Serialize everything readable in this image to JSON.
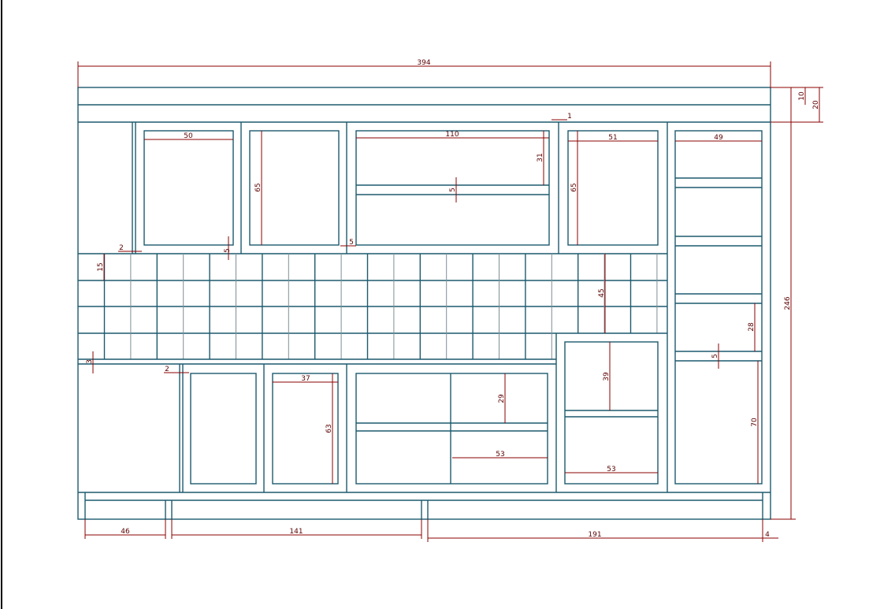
{
  "colors": {
    "cabinet_line": "#1d5a6e",
    "dimension_line": "#8b0000"
  },
  "dimensions": {
    "overall_width": "394",
    "crown_10": "10",
    "crown_20": "20",
    "gap_1": "1",
    "door_50": "50",
    "door_110": "110",
    "shelf_31": "31",
    "door_51": "51",
    "door_49": "49",
    "height_65a": "65",
    "height_65b": "65",
    "shelf_5a": "5",
    "gap_5b": "5",
    "gap_5c": "5",
    "gap_2a": "2",
    "tile_15": "15",
    "splash_45": "45",
    "tall_28": "28",
    "tall_5": "5",
    "total_246": "246",
    "counter_3": "3",
    "gap_2b": "2",
    "door_37": "37",
    "shelf_29": "29",
    "height_39": "39",
    "height_63": "63",
    "width_53a": "53",
    "width_53b": "53",
    "height_70": "70",
    "plinth_46": "46",
    "plinth_141": "141",
    "plinth_191": "191",
    "plinth_4": "4"
  }
}
